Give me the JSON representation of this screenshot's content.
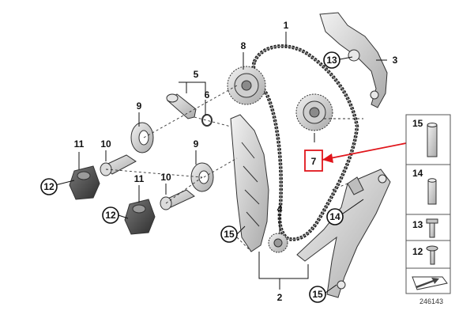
{
  "diagram": {
    "callouts": {
      "c1": "1",
      "c2": "2",
      "c3": "3",
      "c4": "4",
      "c5": "5",
      "c6": "6",
      "c7": "7",
      "c8": "8",
      "c9a": "9",
      "c9b": "9",
      "c10a": "10",
      "c10b": "10",
      "c11a": "11",
      "c11b": "11",
      "c12a": "12",
      "c12b": "12",
      "c13": "13",
      "c14": "14",
      "c15a": "15",
      "c15b": "15"
    },
    "legend": {
      "items": [
        "15",
        "14",
        "13",
        "12"
      ]
    },
    "reference_number": "246143",
    "colors": {
      "highlight": "#e0151b",
      "part_fill": "#d9d9d9",
      "part_dark": "#4a4a4a",
      "line": "#111111"
    }
  }
}
